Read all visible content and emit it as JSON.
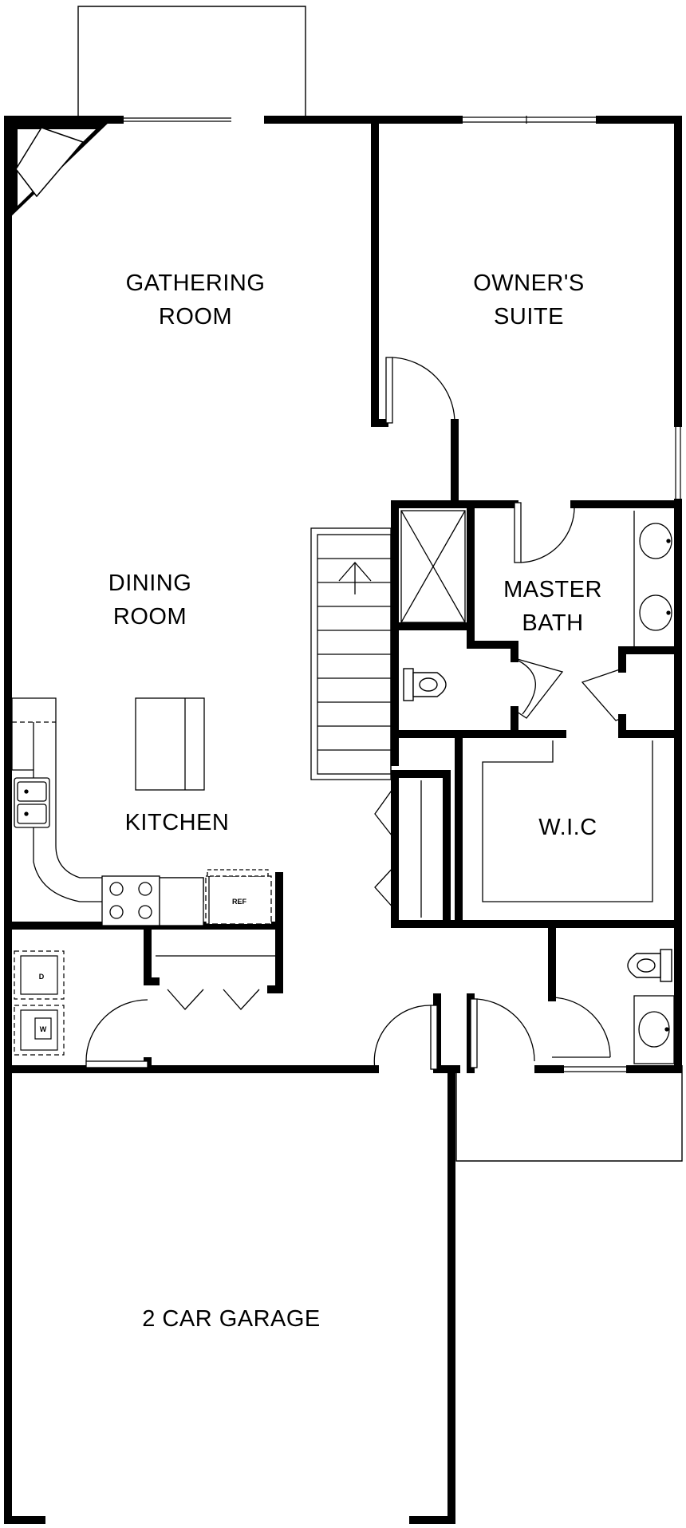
{
  "floor_plan": {
    "colors": {
      "wall": "#000000",
      "thin": "#000000",
      "background": "#ffffff",
      "fixture_fill": "#ffffff"
    },
    "rooms": {
      "gathering_room": [
        "GATHERING",
        "ROOM"
      ],
      "owners_suite": [
        "OWNER'S",
        "SUITE"
      ],
      "dining_room": [
        "DINING",
        "ROOM"
      ],
      "master_bath": [
        "MASTER",
        "BATH"
      ],
      "kitchen": [
        "KITCHEN"
      ],
      "wic": [
        "W.I.C"
      ],
      "garage": [
        "2 CAR GARAGE"
      ]
    },
    "fixtures": {
      "dryer": "D",
      "washer": "W",
      "refrigerator": "REF"
    },
    "icons": [
      "fireplace-icon",
      "stairs-icon",
      "shower-icon",
      "toilet-icon",
      "sink-icon",
      "range-icon",
      "refrigerator-icon",
      "washer-icon",
      "dryer-icon",
      "kitchen-sink-icon",
      "island-icon",
      "door-swing-icon"
    ]
  }
}
